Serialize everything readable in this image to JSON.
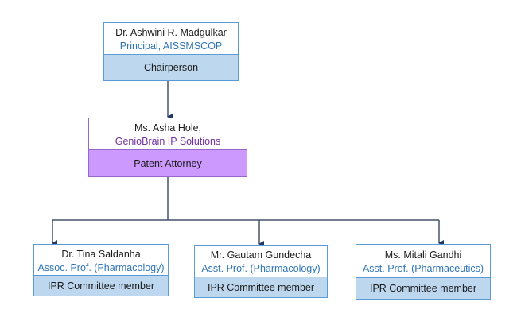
{
  "chart": {
    "title": "IPR Committee Organization Chart",
    "nodes": [
      {
        "id": "chair",
        "name": "Dr. Ashwini R. Madgulkar",
        "title": "Principal, AISSMSCOP",
        "role": "Chairperson",
        "color": "#5b9bd5"
      },
      {
        "id": "attorney",
        "name": "Ms. Asha Hole,",
        "title": "GenioBrain IP Solutions",
        "role": "Patent Attorney",
        "color": "#9966cc"
      },
      {
        "id": "m1",
        "name": "Dr. Tina Saldanha",
        "title": "Assoc. Prof. (Pharmacology)",
        "role": "IPR Committee member",
        "color": "#5b9bd5"
      },
      {
        "id": "m2",
        "name": "Mr. Gautam Gundecha",
        "title": "Asst. Prof. (Pharmacology)",
        "role": "IPR Committee member",
        "color": "#5b9bd5"
      },
      {
        "id": "m3",
        "name": "Ms. Mitali Gandhi",
        "title": "Asst. Prof. (Pharmaceutics)",
        "role": "IPR Committee member",
        "color": "#5b9bd5"
      }
    ],
    "edges": [
      {
        "from": "chair",
        "to": "attorney"
      },
      {
        "from": "attorney",
        "to": "m1"
      },
      {
        "from": "attorney",
        "to": "m2"
      },
      {
        "from": "attorney",
        "to": "m3"
      }
    ],
    "connector_color": "#44546a"
  }
}
